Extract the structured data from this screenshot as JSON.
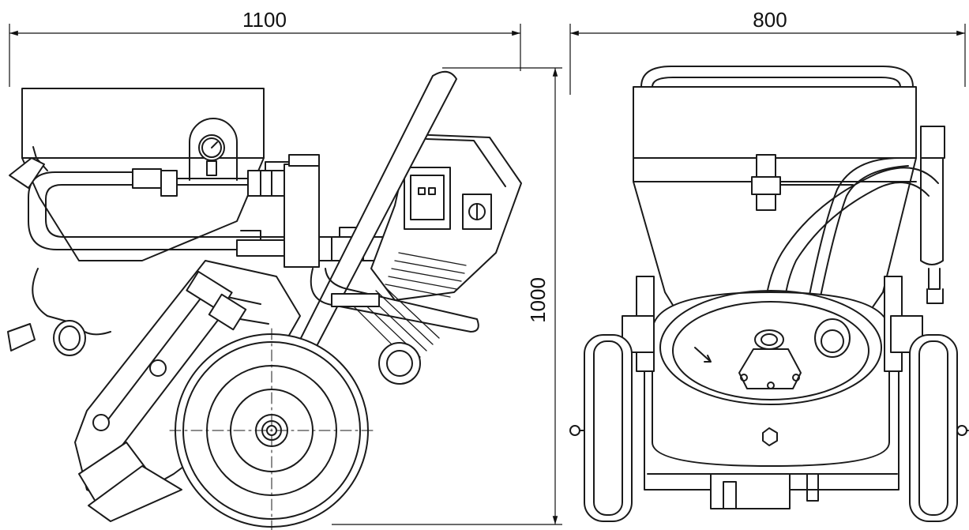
{
  "drawing": {
    "dimensions": {
      "side_width": "1100",
      "front_width": "800",
      "height": "1000"
    },
    "line_color": "#1a1a1a",
    "background": "#ffffff"
  }
}
